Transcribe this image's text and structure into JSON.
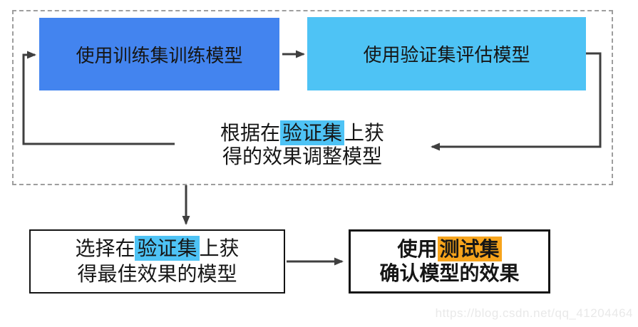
{
  "colors": {
    "train_box_bg": "#4384EF",
    "validate_box_bg": "#4EC3F5",
    "highlight_blue": "#4EC3F5",
    "highlight_orange": "#F7A41C",
    "arrow": "#3F3F3F",
    "dashed_border": "#9E9E9E",
    "box_border": "#141414",
    "watermark": "#E9E9E9"
  },
  "loop": {
    "train_box_label": "使用训练集训练模型",
    "validate_box_label": "使用验证集评估模型",
    "adjust_note": {
      "line1_prefix": "根据在",
      "line1_highlight": "验证集",
      "line1_suffix": "上获",
      "line2": "得的效果调整模型"
    }
  },
  "select_box": {
    "line1_prefix": "选择在",
    "line1_highlight": "验证集",
    "line1_suffix": "上获",
    "line2": "得最佳效果的模型"
  },
  "test_box": {
    "line1_prefix": "使用",
    "line1_highlight": "测试集",
    "line2": "确认模型的效果"
  },
  "watermark": "https://blog.csdn.net/qq_41204464"
}
